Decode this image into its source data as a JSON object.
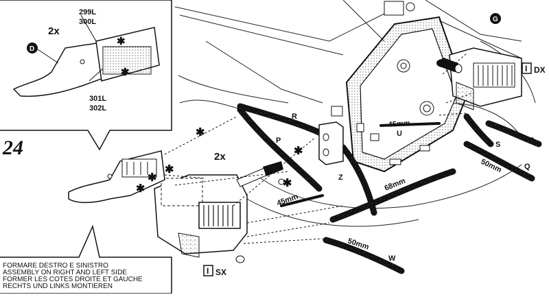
{
  "step_number": "24",
  "inset": {
    "count": "2x",
    "part_top_a": "299L",
    "part_top_b": "300L",
    "part_bottom_a": "301L",
    "part_bottom_b": "302L",
    "callout": "D"
  },
  "callout_g": "G",
  "main_count": "2x",
  "hose_labels": {
    "R": "R",
    "P": "P",
    "U": "U",
    "Z": "Z",
    "S": "S",
    "T": "T",
    "Q": "Q",
    "W": "W"
  },
  "measurements": {
    "u": "45mm",
    "z": "45mm",
    "q": "50mm",
    "w": "50mm",
    "mid": "68mm"
  },
  "marks": {
    "dx_box": "I",
    "dx": "DX",
    "sx_box": "I",
    "sx": "SX"
  },
  "caption": {
    "line1": "FORMARE DESTRO E SINISTRO",
    "line2": "ASSEMBLY ON RIGHT AND LEFT SIDE",
    "line3": "FORMER LES COTES DROITE ET GAUCHE",
    "line4": "RECHTS UND LINKS MONTIEREN"
  }
}
